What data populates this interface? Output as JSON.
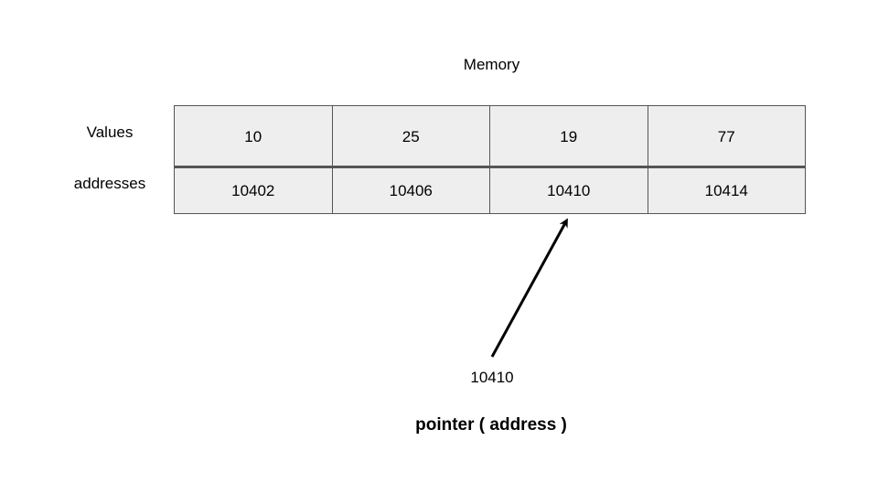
{
  "diagram": {
    "title": "Memory",
    "row_labels": {
      "values": "Values",
      "addresses": "addresses"
    },
    "cells": [
      {
        "value": "10",
        "address": "10402"
      },
      {
        "value": "25",
        "address": "10406"
      },
      {
        "value": "19",
        "address": "10410"
      },
      {
        "value": "77",
        "address": "10414"
      }
    ],
    "pointer": {
      "value": "10410",
      "caption": "pointer ( address )",
      "target_index": 2
    },
    "colors": {
      "cell_fill": "#eeeeee",
      "cell_border": "#555555",
      "arrow": "#000000"
    }
  }
}
